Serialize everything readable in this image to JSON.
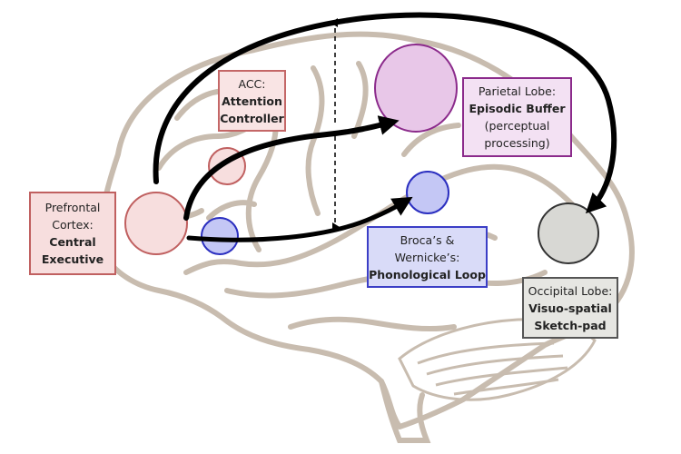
{
  "diagram": {
    "prefrontal": {
      "line1": "Prefrontal",
      "line2": "Cortex:",
      "line3": "Central",
      "line4": "Executive"
    },
    "acc": {
      "line1": "ACC:",
      "line2": "Attention",
      "line3": "Controller"
    },
    "parietal": {
      "line1": "Parietal Lobe:",
      "line2": "Episodic Buffer",
      "line3": "(perceptual",
      "line4": "processing)"
    },
    "broca": {
      "line1": "Broca’s &",
      "line2": "Wernicke’s:",
      "line3": "Phonological Loop"
    },
    "occipital": {
      "line1": "Occipital Lobe:",
      "line2": "Visuo-spatial",
      "line3": "Sketch-pad"
    }
  },
  "colors": {
    "brain_outline": "#c8bcaf",
    "prefrontal_fill": "#f7dede",
    "prefrontal_stroke": "#c06060",
    "parietal_fill": "#e8c7e8",
    "parietal_stroke": "#8b2a8b",
    "phonological_fill": "#c4c7f5",
    "phonological_stroke": "#2b2fc0",
    "occipital_fill": "#d8d8d4",
    "occipital_stroke": "#333333",
    "arrow": "#000000"
  }
}
